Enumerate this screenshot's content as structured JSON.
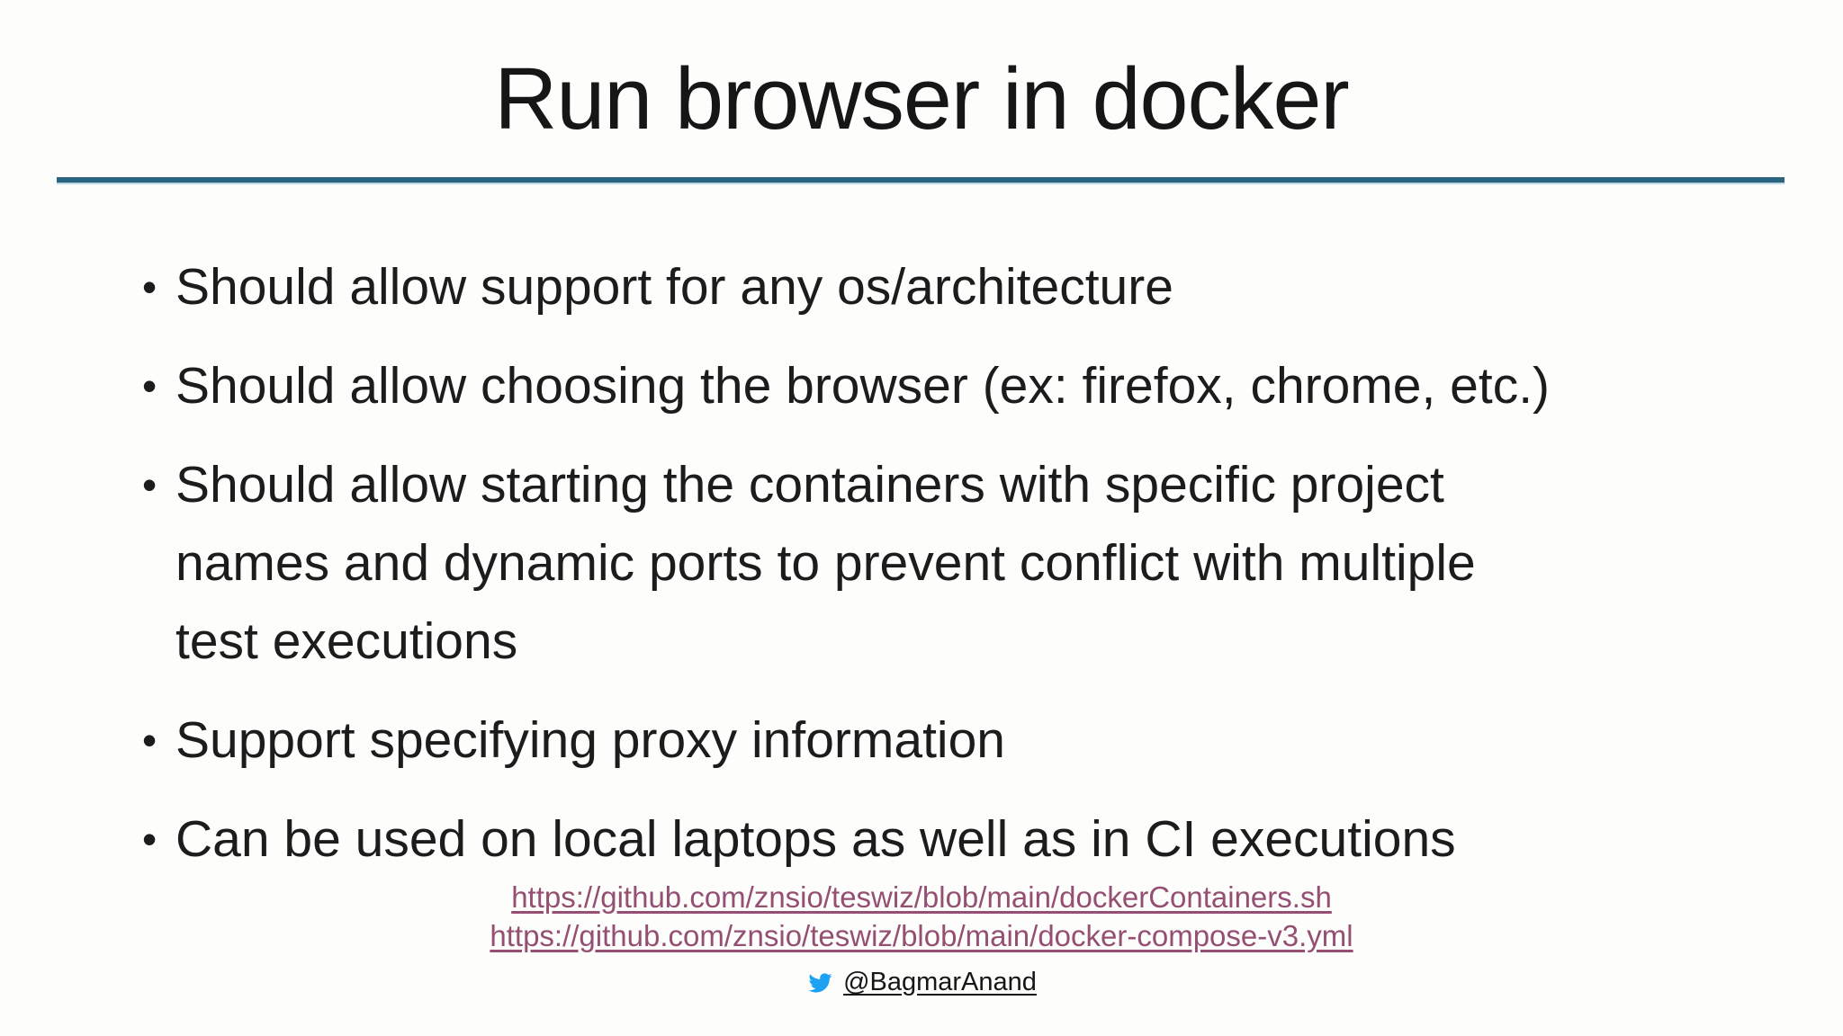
{
  "slide": {
    "title": "Run browser in docker",
    "bullets": [
      {
        "text": "Should allow support for any os/architecture"
      },
      {
        "text": "Should allow choosing the browser (ex: firefox, chrome, etc.)"
      },
      {
        "text": [
          "Should allow starting the containers with specific project",
          "names and dynamic ports to prevent conflict with multiple",
          "test executions"
        ]
      },
      {
        "text": "Support specifying proxy information"
      },
      {
        "text": "Can be used on local laptops as well as in CI executions"
      }
    ],
    "links": [
      {
        "label": "https://github.com/znsio/teswiz/blob/main/dockerContainers.sh"
      },
      {
        "label": "https://github.com/znsio/teswiz/blob/main/docker-compose-v3.yml"
      }
    ],
    "footer": {
      "twitter_icon": "twitter-bird-icon",
      "twitter_handle": "@BagmarAnand"
    },
    "colors": {
      "background": "#fdfdfc",
      "text": "#1c1c1c",
      "divider_line": "#2a647f",
      "divider_edge": "#bcd7e6",
      "link": "#954f72",
      "twitter_blue": "#1da1f2"
    }
  }
}
